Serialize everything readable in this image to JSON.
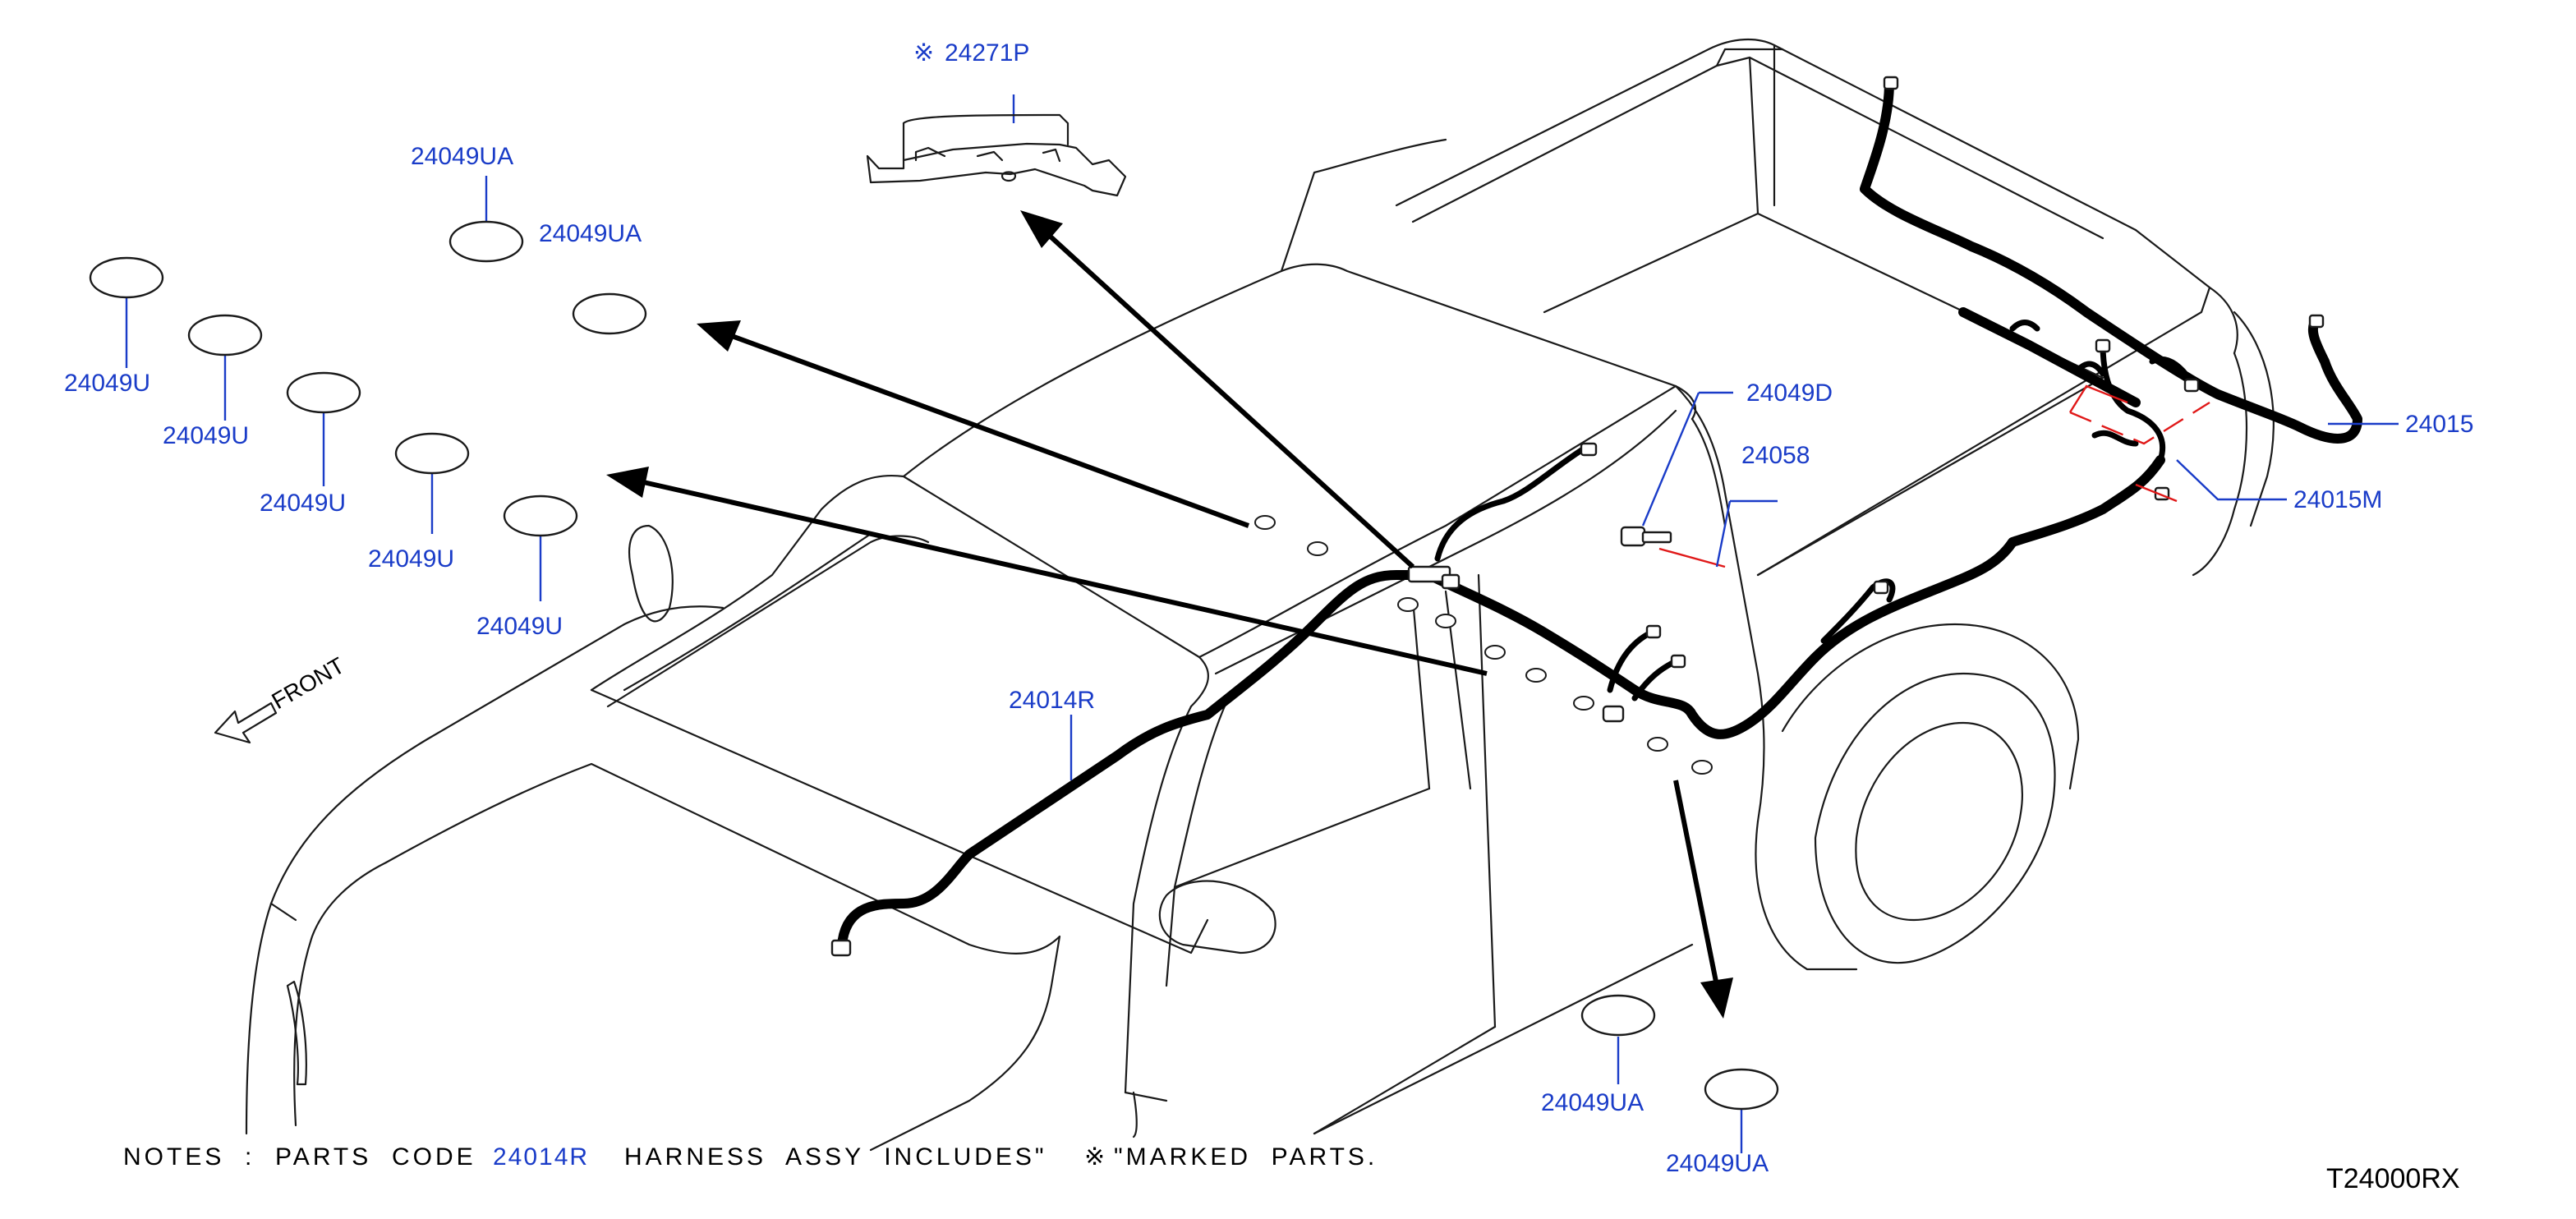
{
  "callouts": {
    "part_24271P": "24271P",
    "part_24049UA_a": "24049UA",
    "part_24049UA_b": "24049UA",
    "part_24049UA_c": "24049UA",
    "part_24049UA_d": "24049UA",
    "part_24049U_1": "24049U",
    "part_24049U_2": "24049U",
    "part_24049U_3": "24049U",
    "part_24049U_4": "24049U",
    "part_24049U_5": "24049U",
    "part_24049D": "24049D",
    "part_24058": "24058",
    "part_24015": "24015",
    "part_24015M": "24015M",
    "part_24014R": "24014R"
  },
  "marker_symbol": "※",
  "front_label": "FRONT",
  "notes": {
    "prefix": "NOTES  :  PARTS  CODE",
    "code": "24014R",
    "middle": "HARNESS  ASSY  INCLUDES\"",
    "suffix": "\"MARKED  PARTS."
  },
  "drawing_code": "T24000RX",
  "colors": {
    "callout": "#1a3cc8",
    "harness": "#000000",
    "outline": "#1a1a1a",
    "guide_line": "#e01818"
  }
}
